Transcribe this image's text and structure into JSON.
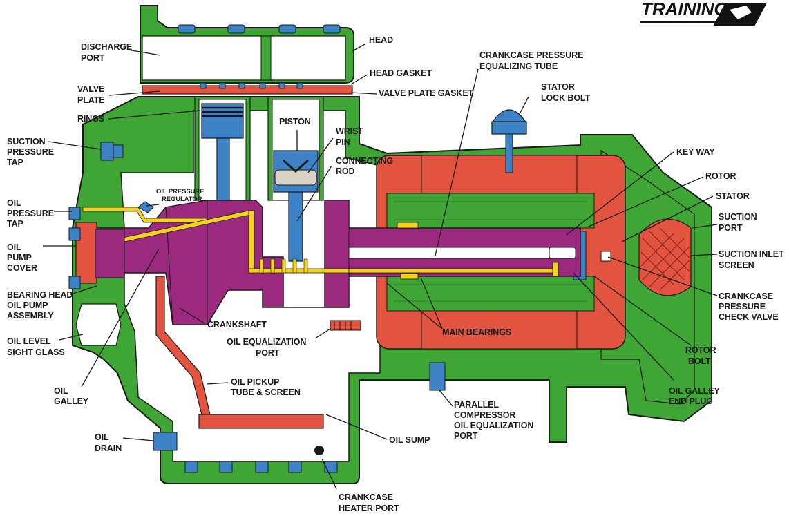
{
  "brand": {
    "text": "TRAINING"
  },
  "colors": {
    "housing": "#3fa535",
    "housing_dark": "#2c7d26",
    "motor": "#e2543f",
    "motor_dark": "#c23d2a",
    "crank": "#9b2a7f",
    "oil": "#f2d21b",
    "steel": "#3c82c4",
    "cavity": "#ffffff",
    "outline": "#1a1a1a"
  },
  "labels": {
    "discharge_port": [
      "DISCHARGE",
      "PORT"
    ],
    "head": [
      "HEAD"
    ],
    "head_gasket": [
      "HEAD GASKET"
    ],
    "valve_plate": [
      "VALVE",
      "PLATE"
    ],
    "valve_plate_gasket": [
      "VALVE PLATE GASKET"
    ],
    "rings": [
      "RINGS"
    ],
    "crankcase_pressure_equalizing_tube": [
      "CRANKCASE PRESSURE",
      "EQUALIZING TUBE"
    ],
    "stator_lock_bolt": [
      "STATOR",
      "LOCK BOLT"
    ],
    "suction_pressure_tap": [
      "SUCTION",
      "PRESSURE",
      "TAP"
    ],
    "piston": [
      "PISTON"
    ],
    "wrist_pin": [
      "WRIST",
      "PIN"
    ],
    "connecting_rod": [
      "CONNECTING",
      "ROD"
    ],
    "key_way": [
      "KEY WAY"
    ],
    "rotor": [
      "ROTOR"
    ],
    "stator": [
      "STATOR"
    ],
    "suction_port": [
      "SUCTION",
      "PORT"
    ],
    "oil_pressure_tap": [
      "OIL",
      "PRESSURE",
      "TAP"
    ],
    "oil_pressure_regulator": [
      "OIL PRESSURE",
      "REGULATOR"
    ],
    "oil_pump_cover": [
      "OIL",
      "PUMP",
      "COVER"
    ],
    "suction_inlet_screen": [
      "SUCTION INLET",
      "SCREEN"
    ],
    "crankcase_pressure_check_valve": [
      "CRANKCASE",
      "PRESSURE",
      "CHECK VALVE"
    ],
    "bearing_head_oil_pump_assembly": [
      "BEARING HEAD",
      "OIL PUMP",
      "ASSEMBLY"
    ],
    "crankshaft": [
      "CRANKSHAFT"
    ],
    "main_bearings": [
      "MAIN BEARINGS"
    ],
    "oil_level_sight_glass": [
      "OIL LEVEL",
      "SIGHT GLASS"
    ],
    "oil_equalization_port": [
      "OIL EQUALIZATION",
      "PORT"
    ],
    "rotor_bolt": [
      "ROTOR",
      "BOLT"
    ],
    "oil_galley": [
      "OIL",
      "GALLEY"
    ],
    "oil_pickup_tube_screen": [
      "OIL PICKUP",
      "TUBE & SCREEN"
    ],
    "parallel_compressor_oil_equalization_port": [
      "PARALLEL",
      "COMPRESSOR",
      "OIL EQUALIZATION",
      "PORT"
    ],
    "oil_galley_end_plug": [
      "OIL GALLEY",
      "END PLUG"
    ],
    "oil_drain": [
      "OIL",
      "DRAIN"
    ],
    "oil_sump": [
      "OIL SUMP"
    ],
    "crankcase_heater_port": [
      "CRANKCASE",
      "HEATER PORT"
    ]
  }
}
